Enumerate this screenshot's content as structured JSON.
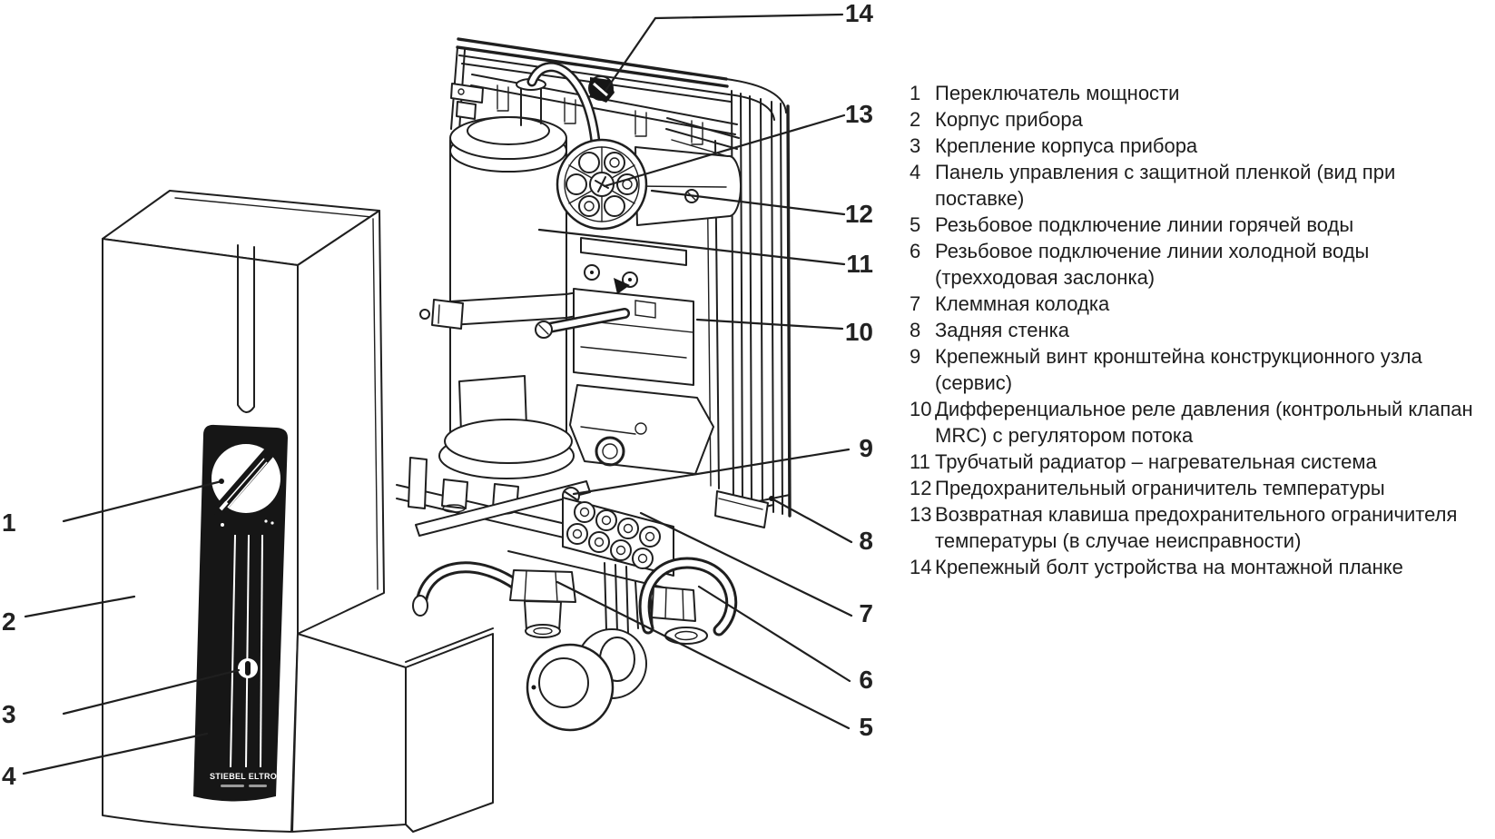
{
  "figure": {
    "type": "exploded-diagram",
    "brand_logo": "STIEBEL ELTRON"
  },
  "legend": {
    "items": [
      {
        "num": "1",
        "text": "Переключатель мощности"
      },
      {
        "num": "2",
        "text": "Корпус прибора"
      },
      {
        "num": "3",
        "text": "Крепление корпуса прибора"
      },
      {
        "num": "4",
        "text": "Панель управления с защитной пленкой (вид при\nпоставке)"
      },
      {
        "num": "5",
        "text": "Резьбовое подключение линии горячей воды"
      },
      {
        "num": "6",
        "text": "Резьбовое подключение линии холодной воды\n(трехходовая заслонка)"
      },
      {
        "num": "7",
        "text": "Клеммная колодка"
      },
      {
        "num": "8",
        "text": "Задняя стенка"
      },
      {
        "num": "9",
        "text": "Крепежный винт кронштейна конструкционного узла\n(сервис)"
      },
      {
        "num": "10",
        "text": "Дифференциальное реле давления (контрольный клапан\nMRC) с регулятором потока"
      },
      {
        "num": "11",
        "text": "Трубчатый радиатор – нагревательная система"
      },
      {
        "num": "12",
        "text": "Предохранительный ограничитель температуры"
      },
      {
        "num": "13",
        "text": "Возвратная клавиша предохранительного ограничителя\nтемпературы (в случае неисправности)"
      },
      {
        "num": "14",
        "text": "Крепежный болт устройства на монтажной планке"
      }
    ]
  },
  "callouts": {
    "c1": "1",
    "c2": "2",
    "c3": "3",
    "c4": "4",
    "c5": "5",
    "c6": "6",
    "c7": "7",
    "c8": "8",
    "c9": "9",
    "c10": "10",
    "c11": "11",
    "c12": "12",
    "c13": "13",
    "c14": "14"
  }
}
